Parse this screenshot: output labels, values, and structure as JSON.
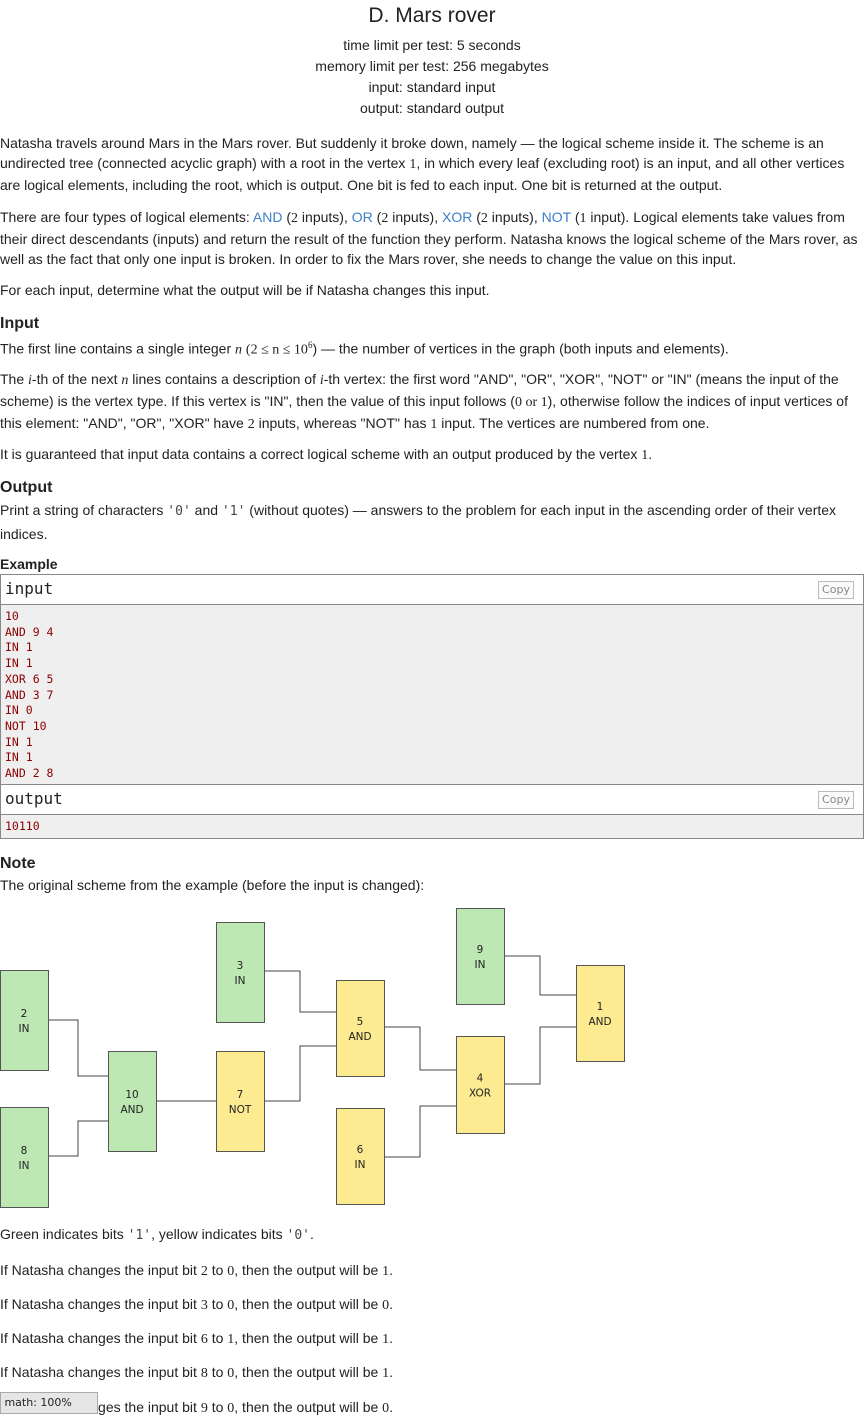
{
  "header": {
    "title": "D. Mars rover",
    "time_limit": "time limit per test: 5 seconds",
    "memory_limit": "memory limit per test: 256 megabytes",
    "input": "input: standard input",
    "output": "output: standard output"
  },
  "statement": {
    "p1a": "Natasha travels around Mars in the Mars rover. But suddenly it broke down, namely — the logical scheme inside it. The scheme is an undirected tree (connected acyclic graph) with a root in the vertex ",
    "p1_root": "1",
    "p1b": ", in which every leaf (excluding root) is an input, and all other vertices are logical elements, including the root, which is output. One bit is fed to each input. One bit is returned at the output.",
    "p2a": "There are four types of logical elements: ",
    "and": "AND",
    "or": "OR",
    "xor": "XOR",
    "not": "NOT",
    "two": "2",
    "one": "1",
    "inputs_word": " inputs), ",
    "input_word": " input). ",
    "p2b": "Logical elements take values from their direct descendants (inputs) and return the result of the function they perform. Natasha knows the logical scheme of the Mars rover, as well as the fact that only one input is broken. In order to fix the Mars rover, she needs to change the value on this input.",
    "p3": "For each input, determine what the output will be if Natasha changes this input."
  },
  "input_section": {
    "title": "Input",
    "p1a": "The first line contains a single integer ",
    "p1_n": "n",
    "p1_range": "(2 ≤ n ≤ 10",
    "p1_exp": "6",
    "p1b": ") — the number of vertices in the graph (both inputs and elements).",
    "p2a": "The ",
    "p2_i": "i",
    "p2b": "-th of the next ",
    "p2_n": "n",
    "p2c": " lines contains a description of ",
    "p2d": "-th vertex: the first word \"AND\", \"OR\", \"XOR\", \"NOT\" or \"IN\" (means the input of the scheme) is the vertex type. If this vertex is \"IN\", then the value of this input follows (",
    "p2_vals": "0 or 1",
    "p2e": "), otherwise follow the indices of input vertices of this element: \"AND\", \"OR\", \"XOR\" have ",
    "p2_two": "2",
    "p2f": " inputs, whereas \"NOT\" has ",
    "p2_one": "1",
    "p2g": " input. The vertices are numbered from one.",
    "p3a": "It is guaranteed that input data contains a correct logical scheme with an output produced by the vertex ",
    "p3_one": "1",
    "p3b": "."
  },
  "output_section": {
    "title": "Output",
    "a": "Print a string of characters ",
    "c0": "'0'",
    "and": " and ",
    "c1": "'1'",
    "b": " (without quotes) — answers to the problem for each input in the ascending order of their vertex indices."
  },
  "example": {
    "title": "Example",
    "input_label": "input",
    "output_label": "output",
    "copy_label": "Copy",
    "input_lines": [
      "10",
      "AND 9 4",
      "IN 1",
      "IN 1",
      "XOR 6 5",
      "AND 3 7",
      "IN 0",
      "NOT 10",
      "IN 1",
      "IN 1",
      "AND 2 8"
    ],
    "output_text": "10110"
  },
  "note": {
    "title": "Note",
    "intro": "The original scheme from the example (before the input is changed):",
    "legend_a": "Green indicates bits ",
    "legend_c1": "'1'",
    "legend_b": ", yellow indicates bits ",
    "legend_c0": "'0'",
    "legend_c": ".",
    "lines": [
      {
        "a": "If Natasha changes the input bit ",
        "v": "2",
        "b": " to ",
        "to": "0",
        "c": ", then the output will be ",
        "out": "1",
        "d": "."
      },
      {
        "a": "If Natasha changes the input bit ",
        "v": "3",
        "b": " to ",
        "to": "0",
        "c": ", then the output will be ",
        "out": "0",
        "d": "."
      },
      {
        "a": "If Natasha changes the input bit ",
        "v": "6",
        "b": " to ",
        "to": "1",
        "c": ", then the output will be ",
        "out": "1",
        "d": "."
      },
      {
        "a": "If Natasha changes the input bit ",
        "v": "8",
        "b": " to ",
        "to": "0",
        "c": ", then the output will be ",
        "out": "1",
        "d": "."
      },
      {
        "a": "If Natasha changes the input bit ",
        "v": "9",
        "b": " to ",
        "to": "0",
        "c": ", then the output will be ",
        "out": "0",
        "d": "."
      }
    ]
  },
  "diagram": {
    "colors": {
      "one": "#bde8b4",
      "zero": "#fdeb92",
      "stroke": "#555555"
    },
    "nodes": [
      {
        "id": "2",
        "type": "IN",
        "bit": "1"
      },
      {
        "id": "8",
        "type": "IN",
        "bit": "1"
      },
      {
        "id": "10",
        "type": "AND",
        "bit": "1"
      },
      {
        "id": "3",
        "type": "IN",
        "bit": "1"
      },
      {
        "id": "7",
        "type": "NOT",
        "bit": "0"
      },
      {
        "id": "5",
        "type": "AND",
        "bit": "0"
      },
      {
        "id": "6",
        "type": "IN",
        "bit": "0"
      },
      {
        "id": "9",
        "type": "IN",
        "bit": "1"
      },
      {
        "id": "4",
        "type": "XOR",
        "bit": "0"
      },
      {
        "id": "1",
        "type": "AND",
        "bit": "0"
      }
    ]
  },
  "status_bar": "ng math: 100%"
}
